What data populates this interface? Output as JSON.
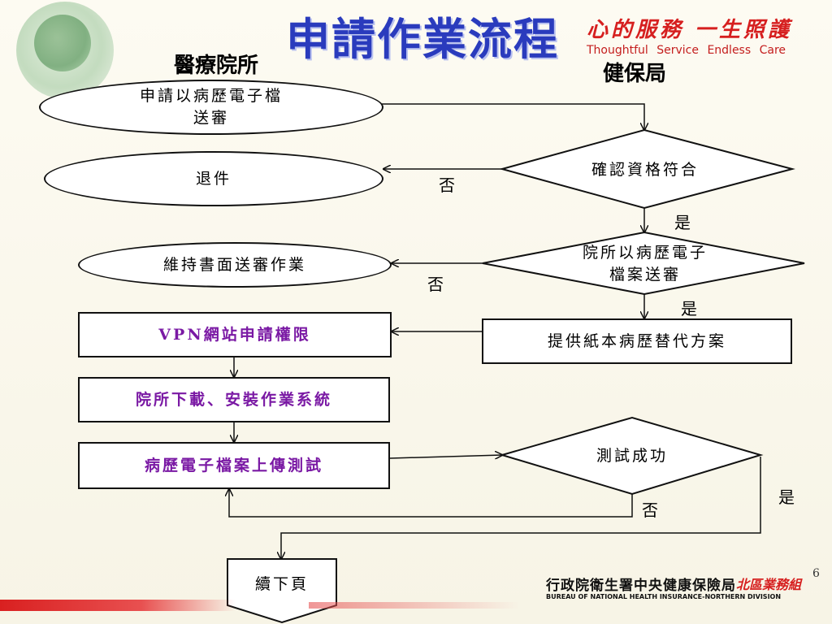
{
  "header": {
    "title": "申請作業流程",
    "slogan_cn": "心的服務 一生照護",
    "slogan_en": "Thoughtful Service Endless Care"
  },
  "columns": {
    "clinic": "醫療院所",
    "nhi": "健保局"
  },
  "nodes": {
    "apply_line1": "申請以病歷電子檔",
    "apply_line2": "送審",
    "return": "退件",
    "maintain_paper": "維持書面送審作業",
    "vpn": "VPN網站申請權限",
    "install": "院所下載、安裝作業系統",
    "upload_test": "病歷電子檔案上傳測試",
    "continue": "續下頁",
    "check_eligibility": "確認資格符合",
    "ehr_line1": "院所以病歷電子",
    "ehr_line2": "檔案送審",
    "paper_alt": "提供紙本病歷替代方案",
    "test_success": "測試成功"
  },
  "labels": {
    "no1": "否",
    "yes1": "是",
    "no2": "否",
    "yes2": "是",
    "no3": "否",
    "yes3": "是"
  },
  "footer": {
    "org_cn": "行政院衛生署中央健康保險局",
    "division": "北區業務組",
    "org_en": "BUREAU OF NATIONAL HEALTH INSURANCE-NORTHERN DIVISION",
    "page": "6"
  }
}
